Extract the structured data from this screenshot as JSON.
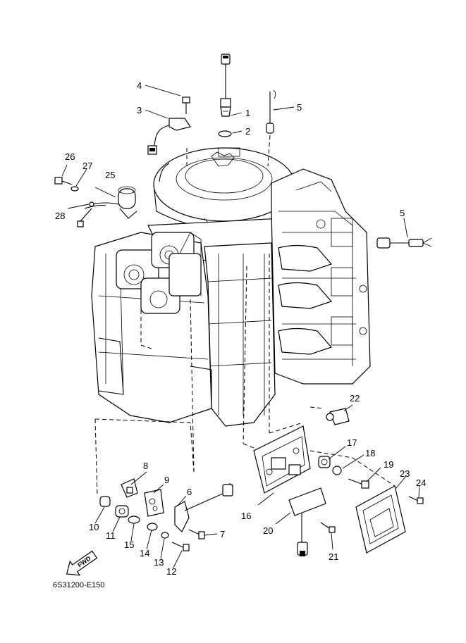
{
  "diagram": {
    "reference_code": "6S31200-E150",
    "direction_label": "FWD",
    "callouts": [
      {
        "id": "1",
        "label": "1"
      },
      {
        "id": "2",
        "label": "2"
      },
      {
        "id": "3",
        "label": "3"
      },
      {
        "id": "4",
        "label": "4"
      },
      {
        "id": "5a",
        "label": "5"
      },
      {
        "id": "5b",
        "label": "5"
      },
      {
        "id": "6",
        "label": "6"
      },
      {
        "id": "7",
        "label": "7"
      },
      {
        "id": "8",
        "label": "8"
      },
      {
        "id": "9",
        "label": "9"
      },
      {
        "id": "10",
        "label": "10"
      },
      {
        "id": "11",
        "label": "11"
      },
      {
        "id": "12",
        "label": "12"
      },
      {
        "id": "13",
        "label": "13"
      },
      {
        "id": "14",
        "label": "14"
      },
      {
        "id": "15",
        "label": "15"
      },
      {
        "id": "16",
        "label": "16"
      },
      {
        "id": "17",
        "label": "17"
      },
      {
        "id": "18",
        "label": "18"
      },
      {
        "id": "19",
        "label": "19"
      },
      {
        "id": "20",
        "label": "20"
      },
      {
        "id": "21",
        "label": "21"
      },
      {
        "id": "22",
        "label": "22"
      },
      {
        "id": "23",
        "label": "23"
      },
      {
        "id": "24",
        "label": "24"
      },
      {
        "id": "25",
        "label": "25"
      },
      {
        "id": "26",
        "label": "26"
      },
      {
        "id": "27",
        "label": "27"
      },
      {
        "id": "28",
        "label": "28"
      }
    ]
  }
}
